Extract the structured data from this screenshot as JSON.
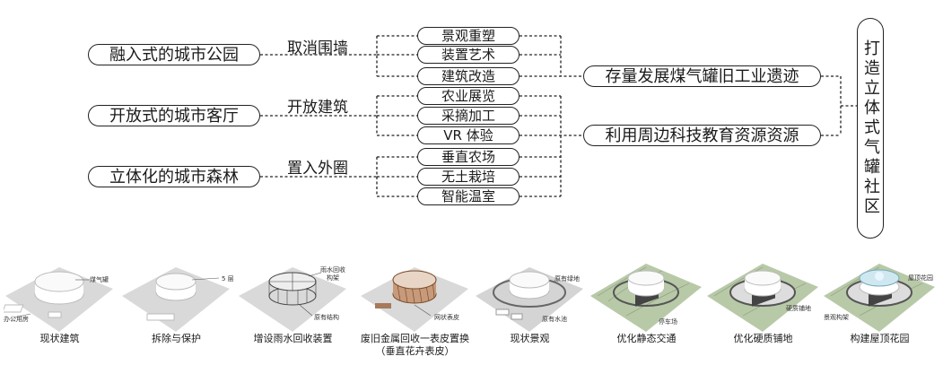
{
  "left_nodes": [
    "融入式的城市公园",
    "开放式的城市客厅",
    "立体化的城市森林"
  ],
  "strategies": [
    "取消围墙",
    "开放建筑",
    "置入外圈"
  ],
  "mid_nodes": [
    "景观重塑",
    "装置艺术",
    "建筑改造",
    "农业展览",
    "采摘加工",
    "VR 体验",
    "垂直农场",
    "无土栽培",
    "智能温室"
  ],
  "right_nodes": [
    "存量发展煤气罐旧工业遗迹",
    "利用周边科技教育资源资源"
  ],
  "goal": "打造立体式气罐社区",
  "steps": [
    {
      "label": "现状建筑",
      "notes": [
        "煤气罐",
        "办公用房"
      ]
    },
    {
      "label": "拆除与保护",
      "notes": [
        "5 层"
      ]
    },
    {
      "label": "增设雨水回收装置",
      "notes": [
        "雨水回收",
        "构架",
        "原有结构"
      ]
    },
    {
      "label": "废旧金属回收一表皮置换",
      "sublabel": "（垂直花卉表皮）",
      "notes": [
        "网状表皮"
      ]
    },
    {
      "label": "现状景观",
      "notes": [
        "原有绿地",
        "原有水池"
      ]
    },
    {
      "label": "优化静态交通",
      "notes": [
        "停车场"
      ]
    },
    {
      "label": "优化硬质铺地",
      "notes": [
        "硬质铺地"
      ]
    },
    {
      "label": "构建屋顶花园",
      "notes": [
        "屋顶花园",
        "景观构架"
      ]
    }
  ]
}
